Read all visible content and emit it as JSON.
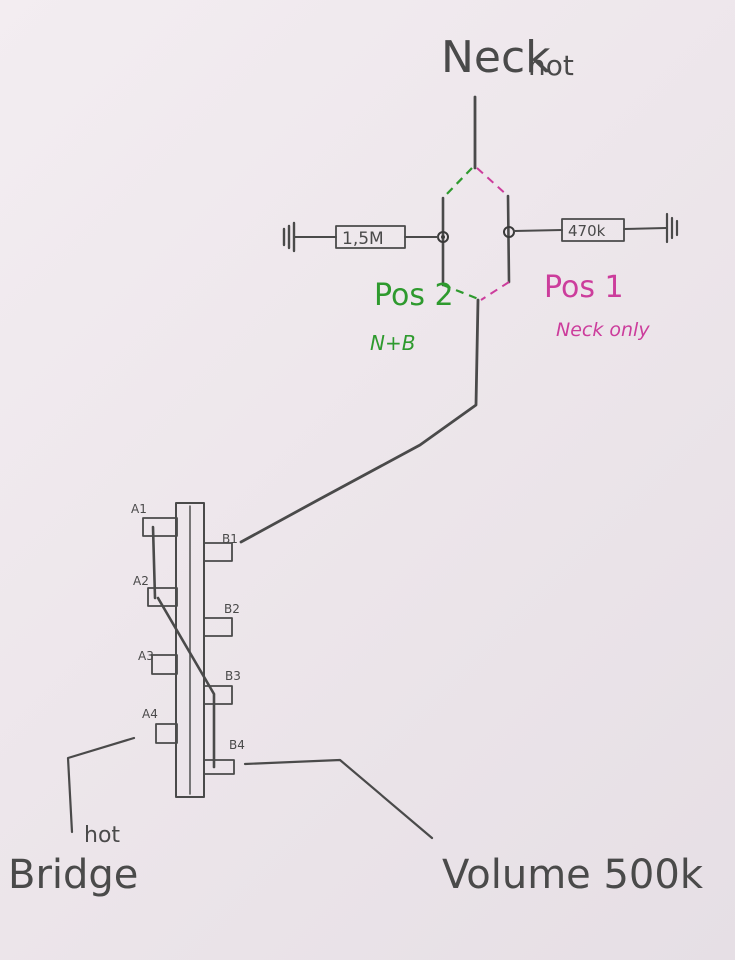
{
  "labels": {
    "neck": "Neck",
    "neck_hot": "hot",
    "res_left": "1,5M",
    "res_right": "470k",
    "pos2": "Pos 2",
    "pos2_sub": "N+B",
    "pos1": "Pos 1",
    "pos1_sub": "Neck only",
    "bridge_hot": "hot",
    "bridge": "Bridge",
    "volume": "Volume 500k",
    "pins": {
      "a1": "A1",
      "a2": "A2",
      "a3": "A3",
      "a4": "A4",
      "b1": "B1",
      "b2": "B2",
      "b3": "B3",
      "b4": "B4"
    }
  },
  "colors": {
    "pencil": "#4a4a4a",
    "pos2": "#2e9a2e",
    "pos1": "#cc3d9c",
    "paper": "#efe8ec"
  }
}
